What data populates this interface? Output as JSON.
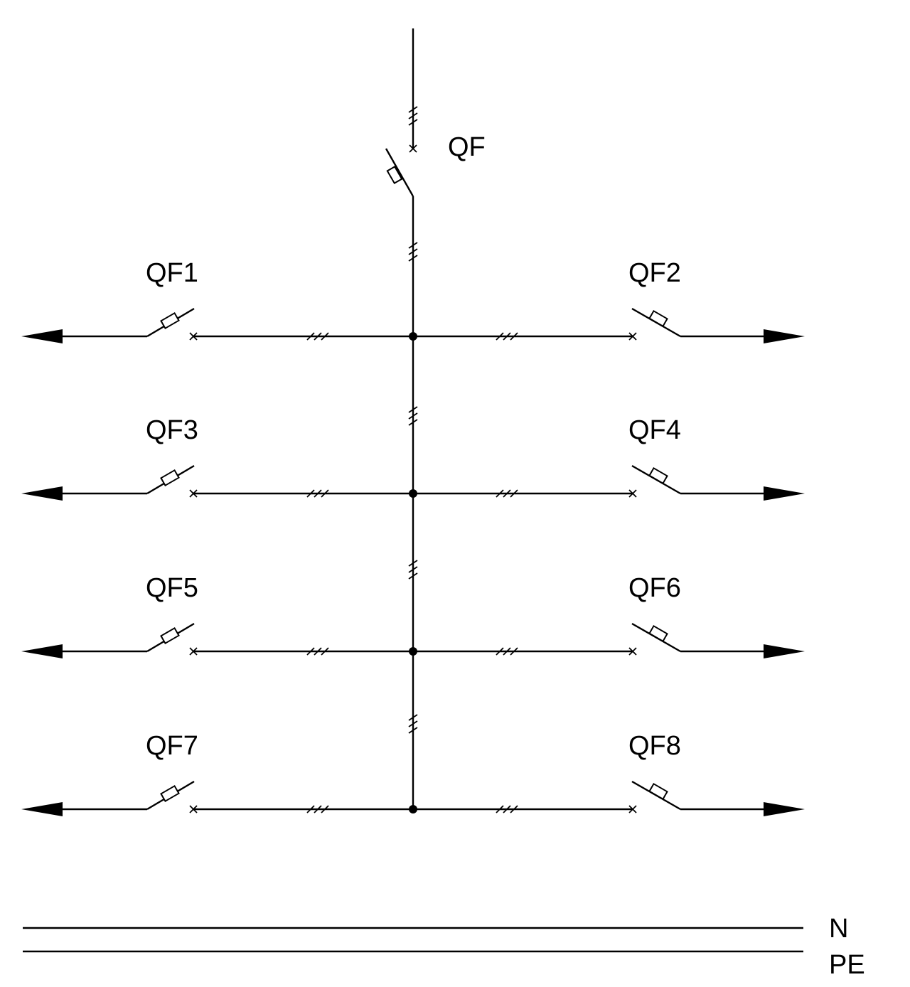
{
  "main_breaker": {
    "label": "QF"
  },
  "branch_breakers": [
    {
      "left": "QF1",
      "right": "QF2"
    },
    {
      "left": "QF3",
      "right": "QF4"
    },
    {
      "left": "QF5",
      "right": "QF6"
    },
    {
      "left": "QF7",
      "right": "QF8"
    }
  ],
  "conductors": [
    {
      "label": "N"
    },
    {
      "label": "PE"
    }
  ]
}
